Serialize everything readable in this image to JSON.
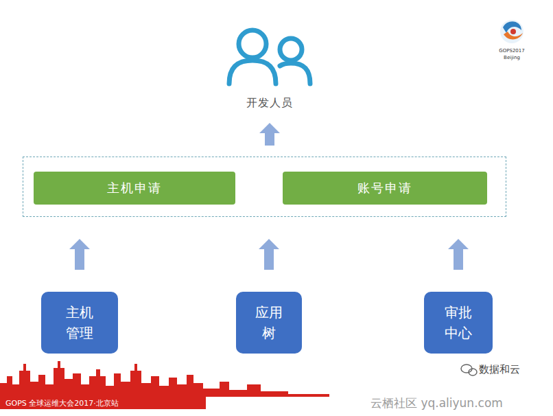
{
  "diagram": {
    "nodes": [
      {
        "text": [
          "开发人员"
        ]
      },
      {
        "text": []
      },
      {
        "text": [
          "主机申请"
        ],
        "in": 1
      },
      {
        "text": [
          "账号申请"
        ],
        "in": 1
      },
      {
        "text": [
          "主机管理"
        ]
      },
      {
        "text": [
          "应用树"
        ]
      },
      {
        "text": [
          "审批中心"
        ]
      }
    ],
    "edges": [
      {
        "from": 1,
        "to": 0,
        "arrow": "to"
      },
      {
        "from": 4,
        "to": 1,
        "arrow": "to"
      },
      {
        "from": 5,
        "to": 1,
        "arrow": "to"
      },
      {
        "from": 6,
        "to": 1,
        "arrow": "to"
      }
    ],
    "labels": [
      "GOPS2017",
      "Beijing",
      "GOPS 全球运维大会2017·北京站",
      "数据和云",
      "云栖社区 yq.aliyun.com"
    ]
  }
}
